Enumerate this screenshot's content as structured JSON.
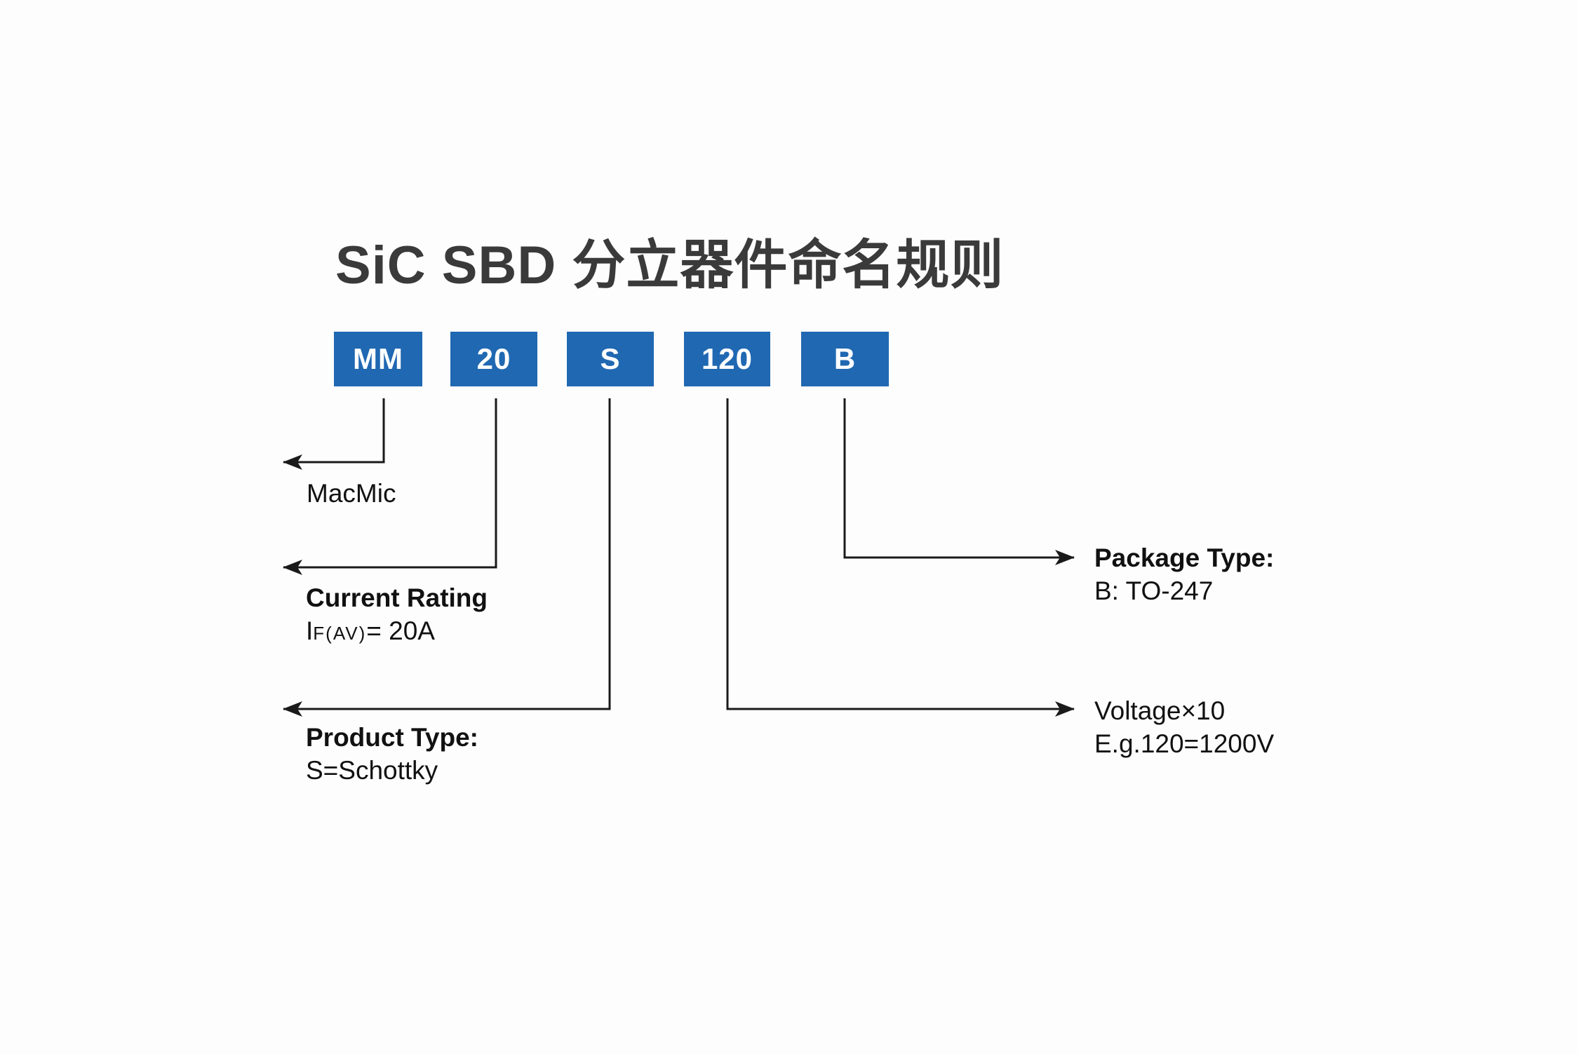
{
  "title": "SiC SBD 分立器件命名规则",
  "colors": {
    "box_blue": "#2068B2",
    "line_black": "#1a1a1a",
    "title_gray": "#3a3a3a",
    "text_black": "#111111",
    "background": "#fdfdfd"
  },
  "part_segments": [
    {
      "label": "MM"
    },
    {
      "label": "20"
    },
    {
      "label": "S"
    },
    {
      "label": "120"
    },
    {
      "label": "B"
    }
  ],
  "annotations": {
    "manufacturer": {
      "name": "MacMic"
    },
    "current_rating": {
      "title": "Current Rating",
      "symbol_main": "I",
      "symbol_sub": "F(AV)",
      "value": "= 20A"
    },
    "product_type": {
      "title": "Product Type:",
      "detail": "S=Schottky"
    },
    "voltage": {
      "title": "Voltage×10",
      "detail": "E.g.120=1200V"
    },
    "package_type": {
      "title": "Package Type:",
      "detail": "B: TO-247"
    }
  }
}
